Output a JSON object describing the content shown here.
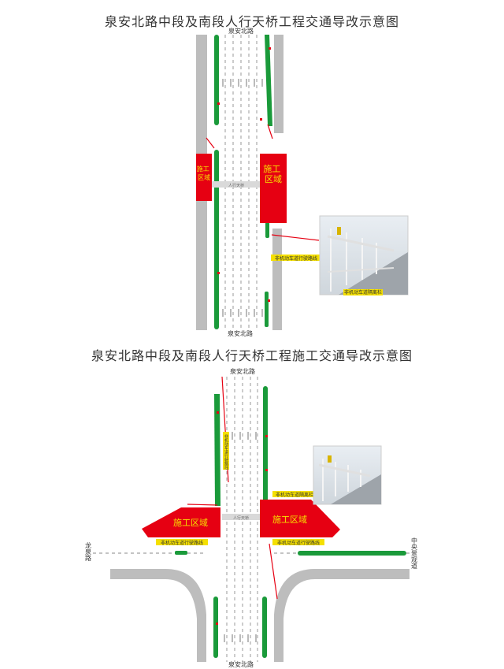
{
  "diagram": {
    "title_top": "泉安北路中段及南段人行天桥工程交通导改示意图",
    "title_bottom": "泉安北路中段及南段人行天桥工程施工交通导改示意图",
    "road_name": "泉安北路",
    "bridge_label": "人行天桥",
    "work_zone": "施工区域",
    "work_zone_vertical": "施工\n区域",
    "bike_lane_line": "非机动车道行驶路线",
    "bike_lane_barrier": "非机动车道隔离栏",
    "side_road_left": "龙泉路",
    "side_road_right": "中央景观道",
    "colors": {
      "work_zone": "#e60012",
      "median": "#1a9a3a",
      "lane_line": "#9a9a9a",
      "curb": "#bdbdbd",
      "label_bg": "#f5e000"
    }
  }
}
